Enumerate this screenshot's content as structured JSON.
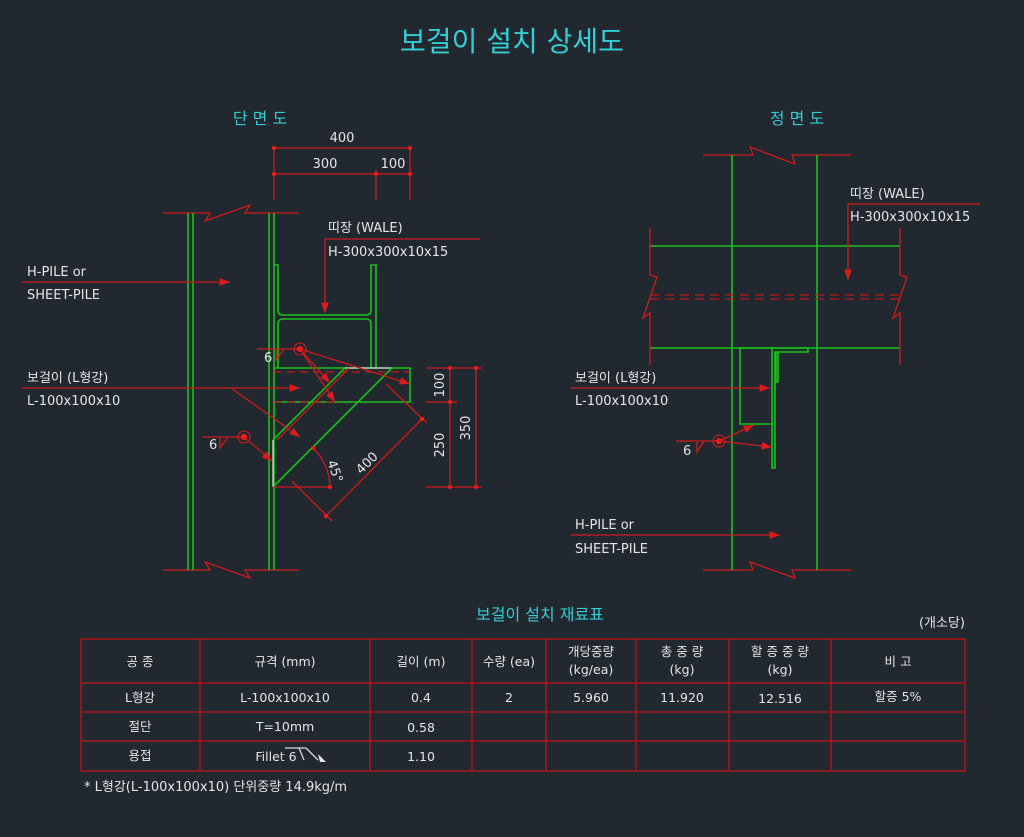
{
  "title": "보걸이 설치 상세도",
  "section_view": {
    "title": "단 면 도",
    "dim_total": "400",
    "dim_a": "300",
    "dim_b": "100",
    "wale_label": "띠장 (WALE)",
    "wale_spec": "H-300x300x10x15",
    "pile_label_1": "H-PILE or",
    "pile_label_2": "SHEET-PILE",
    "bracket_label": "보걸이 (L형강)",
    "bracket_spec": "L-100x100x10",
    "weld_size_1": "6",
    "weld_size_2": "6",
    "dim_v_100": "100",
    "dim_v_250": "250",
    "dim_v_350": "350",
    "dim_diag": "400",
    "angle": "45°"
  },
  "front_view": {
    "title": "정 면 도",
    "wale_label": "띠장 (WALE)",
    "wale_spec": "H-300x300x10x15",
    "bracket_label": "보걸이 (L형강)",
    "bracket_spec": "L-100x100x10",
    "weld_size": "6",
    "pile_label_1": "H-PILE or",
    "pile_label_2": "SHEET-PILE"
  },
  "table": {
    "title": "보걸이 설치 재료표",
    "unit_note": "(개소당)",
    "headers": [
      [
        "공  종"
      ],
      [
        "규격 (mm)"
      ],
      [
        "길이 (m)"
      ],
      [
        "수량 (ea)"
      ],
      [
        "개당중량",
        "(kg/ea)"
      ],
      [
        "총 중 량",
        "(kg)"
      ],
      [
        "할 증 중 량",
        "(kg)"
      ],
      [
        "비  고"
      ]
    ],
    "rows": [
      [
        "L형강",
        "L-100x100x10",
        "0.4",
        "2",
        "5.960",
        "11.920",
        "12.516",
        "할증 5%"
      ],
      [
        "절단",
        "T=10mm",
        "0.58",
        "",
        "",
        "",
        "",
        ""
      ],
      [
        "용접",
        "Fillet 6",
        "1.10",
        "",
        "",
        "",
        "",
        ""
      ]
    ],
    "footnote": "* L형강(L-100x100x10) 단위중량 14.9kg/m"
  }
}
